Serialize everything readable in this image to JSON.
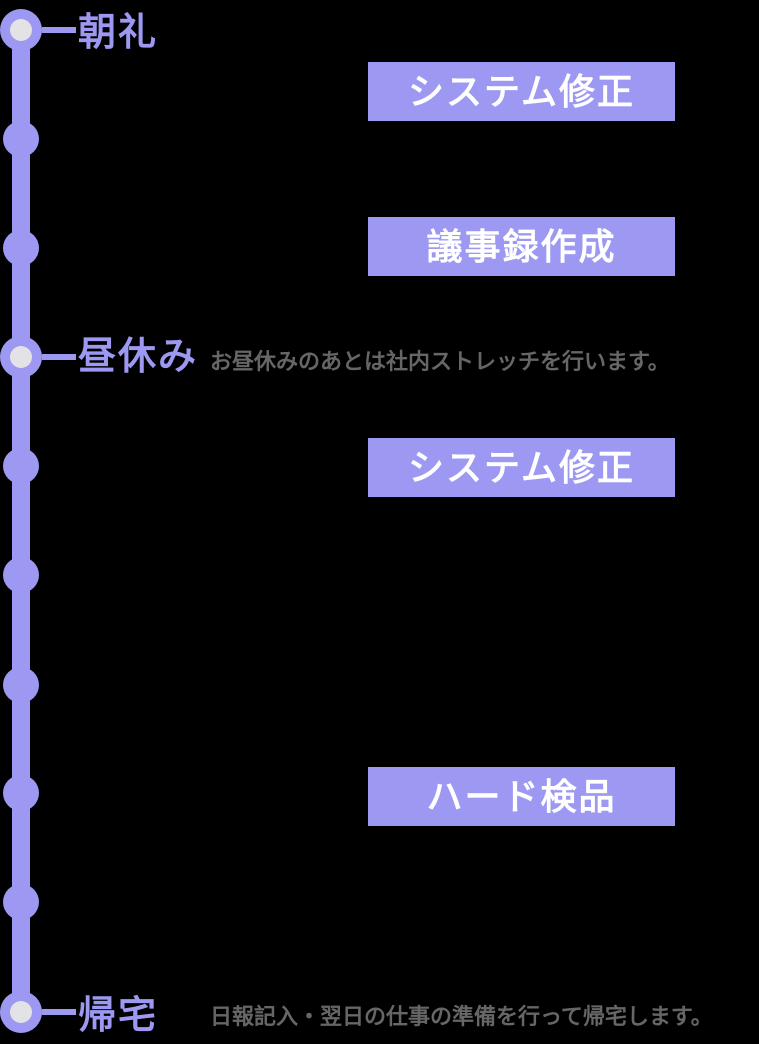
{
  "page": {
    "background_color": "#000000"
  },
  "timeline": {
    "accent_color": "#9d99f2",
    "node_inner_color": "#e3e3e5",
    "note_text_color": "#666666",
    "task_text_color": "#ffffff",
    "milestones": [
      {
        "label": "朝礼",
        "note": ""
      },
      {
        "label": "昼休み",
        "note": "お昼休みのあとは社内ストレッチを行います。"
      },
      {
        "label": "帰宅",
        "note": "日報記入・翌日の仕事の準備を行って帰宅します。"
      }
    ],
    "tasks": [
      {
        "label": "システム修正"
      },
      {
        "label": "議事録作成"
      },
      {
        "label": "システム修正"
      },
      {
        "label": "ハード検品"
      }
    ]
  }
}
